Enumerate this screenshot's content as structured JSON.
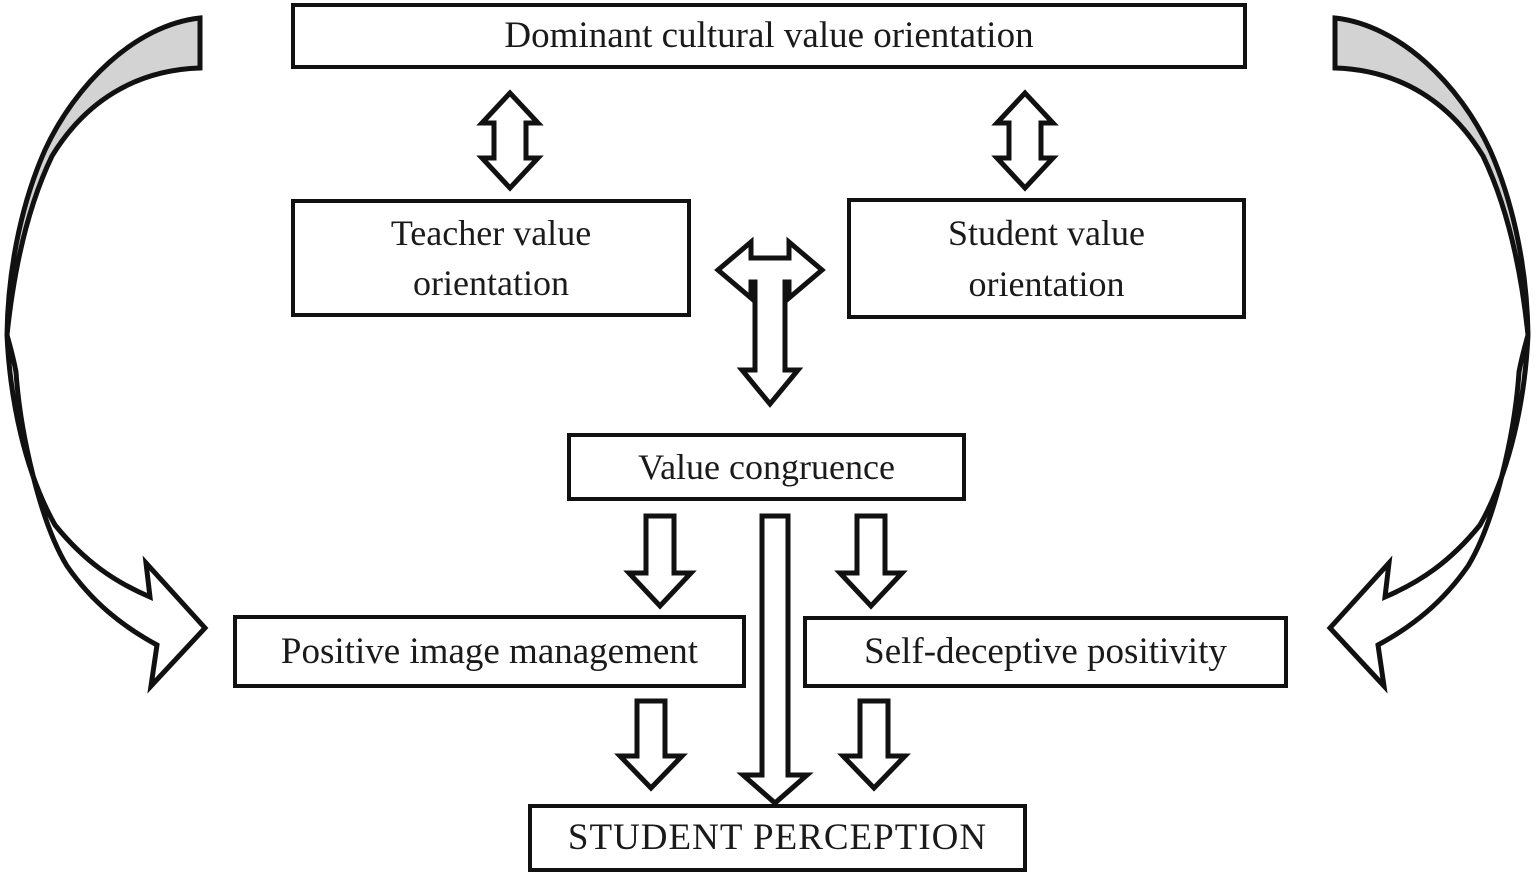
{
  "diagram": {
    "boxes": {
      "dominant": {
        "label": "Dominant cultural value orientation"
      },
      "teacher": {
        "label": "Teacher value orientation"
      },
      "student": {
        "label": "Student value orientation"
      },
      "value_congruence": {
        "label": "Value congruence"
      },
      "positive_image": {
        "label": "Positive image management"
      },
      "self_deceptive": {
        "label": "Self-deceptive positivity"
      },
      "student_perception": {
        "label": "STUDENT PERCEPTION"
      }
    },
    "connectors": [
      {
        "name": "double-arrow-dominant-teacher",
        "type": "double-headed-vertical"
      },
      {
        "name": "double-arrow-dominant-student",
        "type": "double-headed-vertical"
      },
      {
        "name": "tri-arrow-teacher-student-to-congruence",
        "type": "three-way"
      },
      {
        "name": "arrow-congruence-to-positive-image",
        "type": "down"
      },
      {
        "name": "arrow-congruence-to-student-perception",
        "type": "down-long"
      },
      {
        "name": "arrow-congruence-to-self-deceptive",
        "type": "down"
      },
      {
        "name": "arrow-positive-image-to-student-perception",
        "type": "down"
      },
      {
        "name": "arrow-self-deceptive-to-student-perception",
        "type": "down"
      },
      {
        "name": "curved-arrow-left",
        "type": "curved-swoosh"
      },
      {
        "name": "curved-arrow-right",
        "type": "curved-swoosh"
      }
    ],
    "colors": {
      "box_border": "#111111",
      "box_fill": "#ffffff",
      "arrow_outline": "#111111",
      "arrow_fill": "#ffffff",
      "curved_arrow_shade": "#d3d3d3"
    }
  }
}
